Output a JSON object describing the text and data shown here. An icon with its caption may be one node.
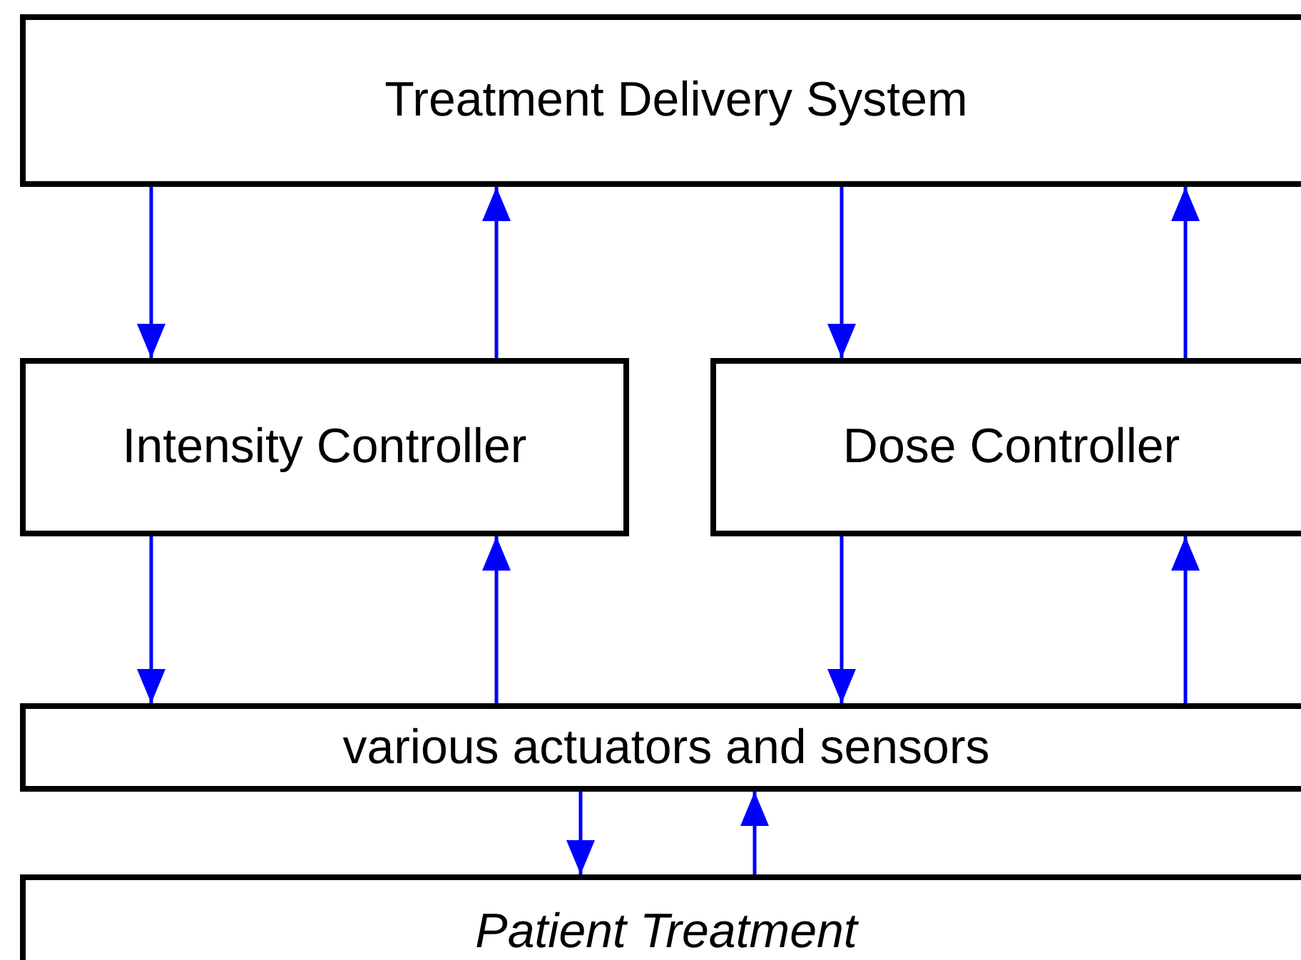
{
  "diagram": {
    "nodes": [
      {
        "text": [
          "Treatment Delivery System"
        ]
      },
      {
        "text": [
          "Intensity Controller"
        ]
      },
      {
        "text": [
          "Dose Controller"
        ]
      },
      {
        "text": [
          "various actuators and sensors"
        ]
      },
      {
        "text": [
          "Patient Treatment"
        ]
      }
    ],
    "edges": [
      {
        "from": 0,
        "to": 1,
        "arrow": "to"
      },
      {
        "from": 1,
        "to": 0,
        "arrow": "to"
      },
      {
        "from": 0,
        "to": 2,
        "arrow": "to"
      },
      {
        "from": 2,
        "to": 0,
        "arrow": "to"
      },
      {
        "from": 1,
        "to": 3,
        "arrow": "to"
      },
      {
        "from": 3,
        "to": 1,
        "arrow": "to"
      },
      {
        "from": 2,
        "to": 3,
        "arrow": "to"
      },
      {
        "from": 3,
        "to": 2,
        "arrow": "to"
      },
      {
        "from": 3,
        "to": 4,
        "arrow": "to"
      },
      {
        "from": 4,
        "to": 3,
        "arrow": "to"
      }
    ]
  }
}
